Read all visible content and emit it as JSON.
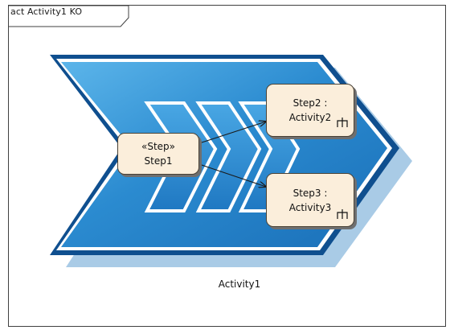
{
  "frame": {
    "label": "act Activity1 KO"
  },
  "activity": {
    "name": "Activity1"
  },
  "nodes": [
    {
      "id": "step1",
      "stereotype": "«Step»",
      "name": "Step1"
    },
    {
      "id": "step2",
      "name": "Step2 :",
      "type": "Activity2",
      "icon": "rake-icon"
    },
    {
      "id": "step3",
      "name": "Step3 :",
      "type": "Activity3",
      "icon": "rake-icon"
    }
  ],
  "edges": [
    {
      "from": "Step1",
      "to": "Step2"
    },
    {
      "from": "Step1",
      "to": "Step3"
    }
  ],
  "colors": {
    "chevron_fill": "#2d8fcf",
    "chevron_dark": "#0f4f8f",
    "chevron_shadow": "#a9cbe6",
    "node_fill": "#fbeedb",
    "edge": "#1a1a1a"
  }
}
